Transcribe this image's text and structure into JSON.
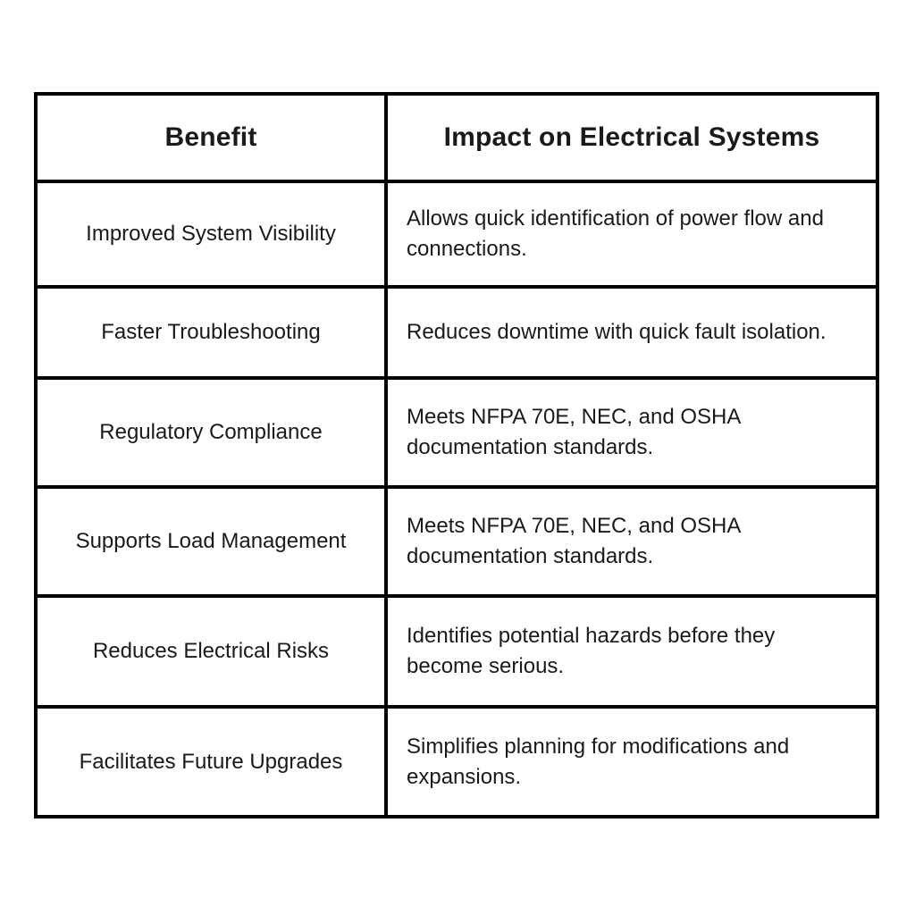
{
  "chart_data": {
    "type": "table",
    "columns": [
      "Benefit",
      "Impact on Electrical Systems"
    ],
    "rows": [
      [
        "Improved System Visibility",
        "Allows quick identification of power flow and connections."
      ],
      [
        "Faster Troubleshooting",
        "Reduces downtime with quick fault isolation."
      ],
      [
        "Regulatory Compliance",
        "Meets NFPA 70E, NEC, and OSHA documentation standards."
      ],
      [
        "Supports Load Management",
        "Meets NFPA 70E, NEC, and OSHA documentation standards."
      ],
      [
        "Reduces Electrical Risks",
        "Identifies potential hazards before they become serious."
      ],
      [
        "Facilitates Future Upgrades",
        "Simplifies planning for modifications and expansions."
      ]
    ],
    "layout": {
      "grid": "on",
      "header_style": "bold",
      "benefit_column_align": "center",
      "impact_column_align": "left"
    }
  },
  "colors": {
    "border": "#000000",
    "text": "#1a1a1a",
    "background": "#ffffff"
  }
}
